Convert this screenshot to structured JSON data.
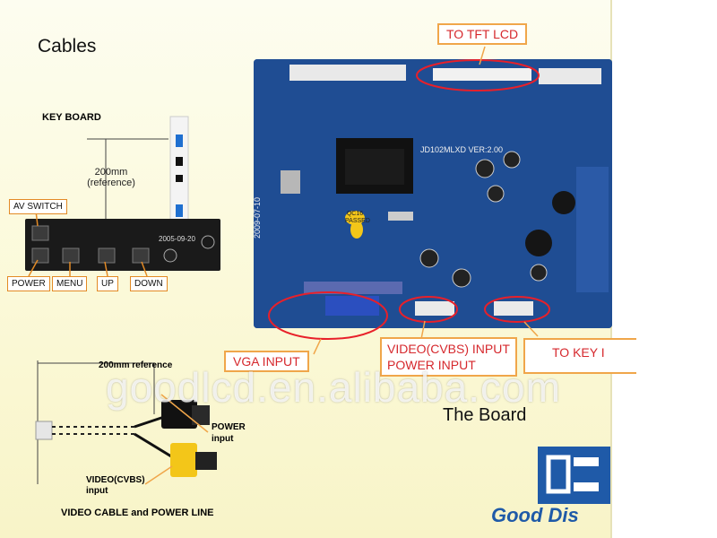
{
  "title": "Cables",
  "board_label": "The Board",
  "keyboard": {
    "heading": "KEY BOARD",
    "length_note": "200mm (reference)",
    "pcb_marking": "2005-09-20",
    "buttons": [
      "AV SWITCH",
      "POWER",
      "MENU",
      "UP",
      "DOWN"
    ]
  },
  "cable": {
    "length_note": "200mm reference",
    "power_label": "POWER input",
    "video_label": "VIDEO(CVBS) input",
    "caption": "VIDEO CABLE and POWER LINE"
  },
  "callouts": {
    "tft": "TO TFT LCD",
    "vga": "VGA INPUT",
    "video_line1": "VIDEO(CVBS) INPUT",
    "video_line2": "POWER INPUT",
    "key": "TO KEY I"
  },
  "board_markings": {
    "model": "JD102MLXD VER:2.00",
    "date": "2009-07-10",
    "qc": "QC16 PASSED"
  },
  "watermark": "goodlcd.en.alibaba.com",
  "brand": "Good Dis",
  "colors": {
    "callout_border": "#f0a64a",
    "callout_text": "#d6282d",
    "board": "#1f4d93",
    "highlight": "#e8202a",
    "brand": "#1f5aa8"
  }
}
